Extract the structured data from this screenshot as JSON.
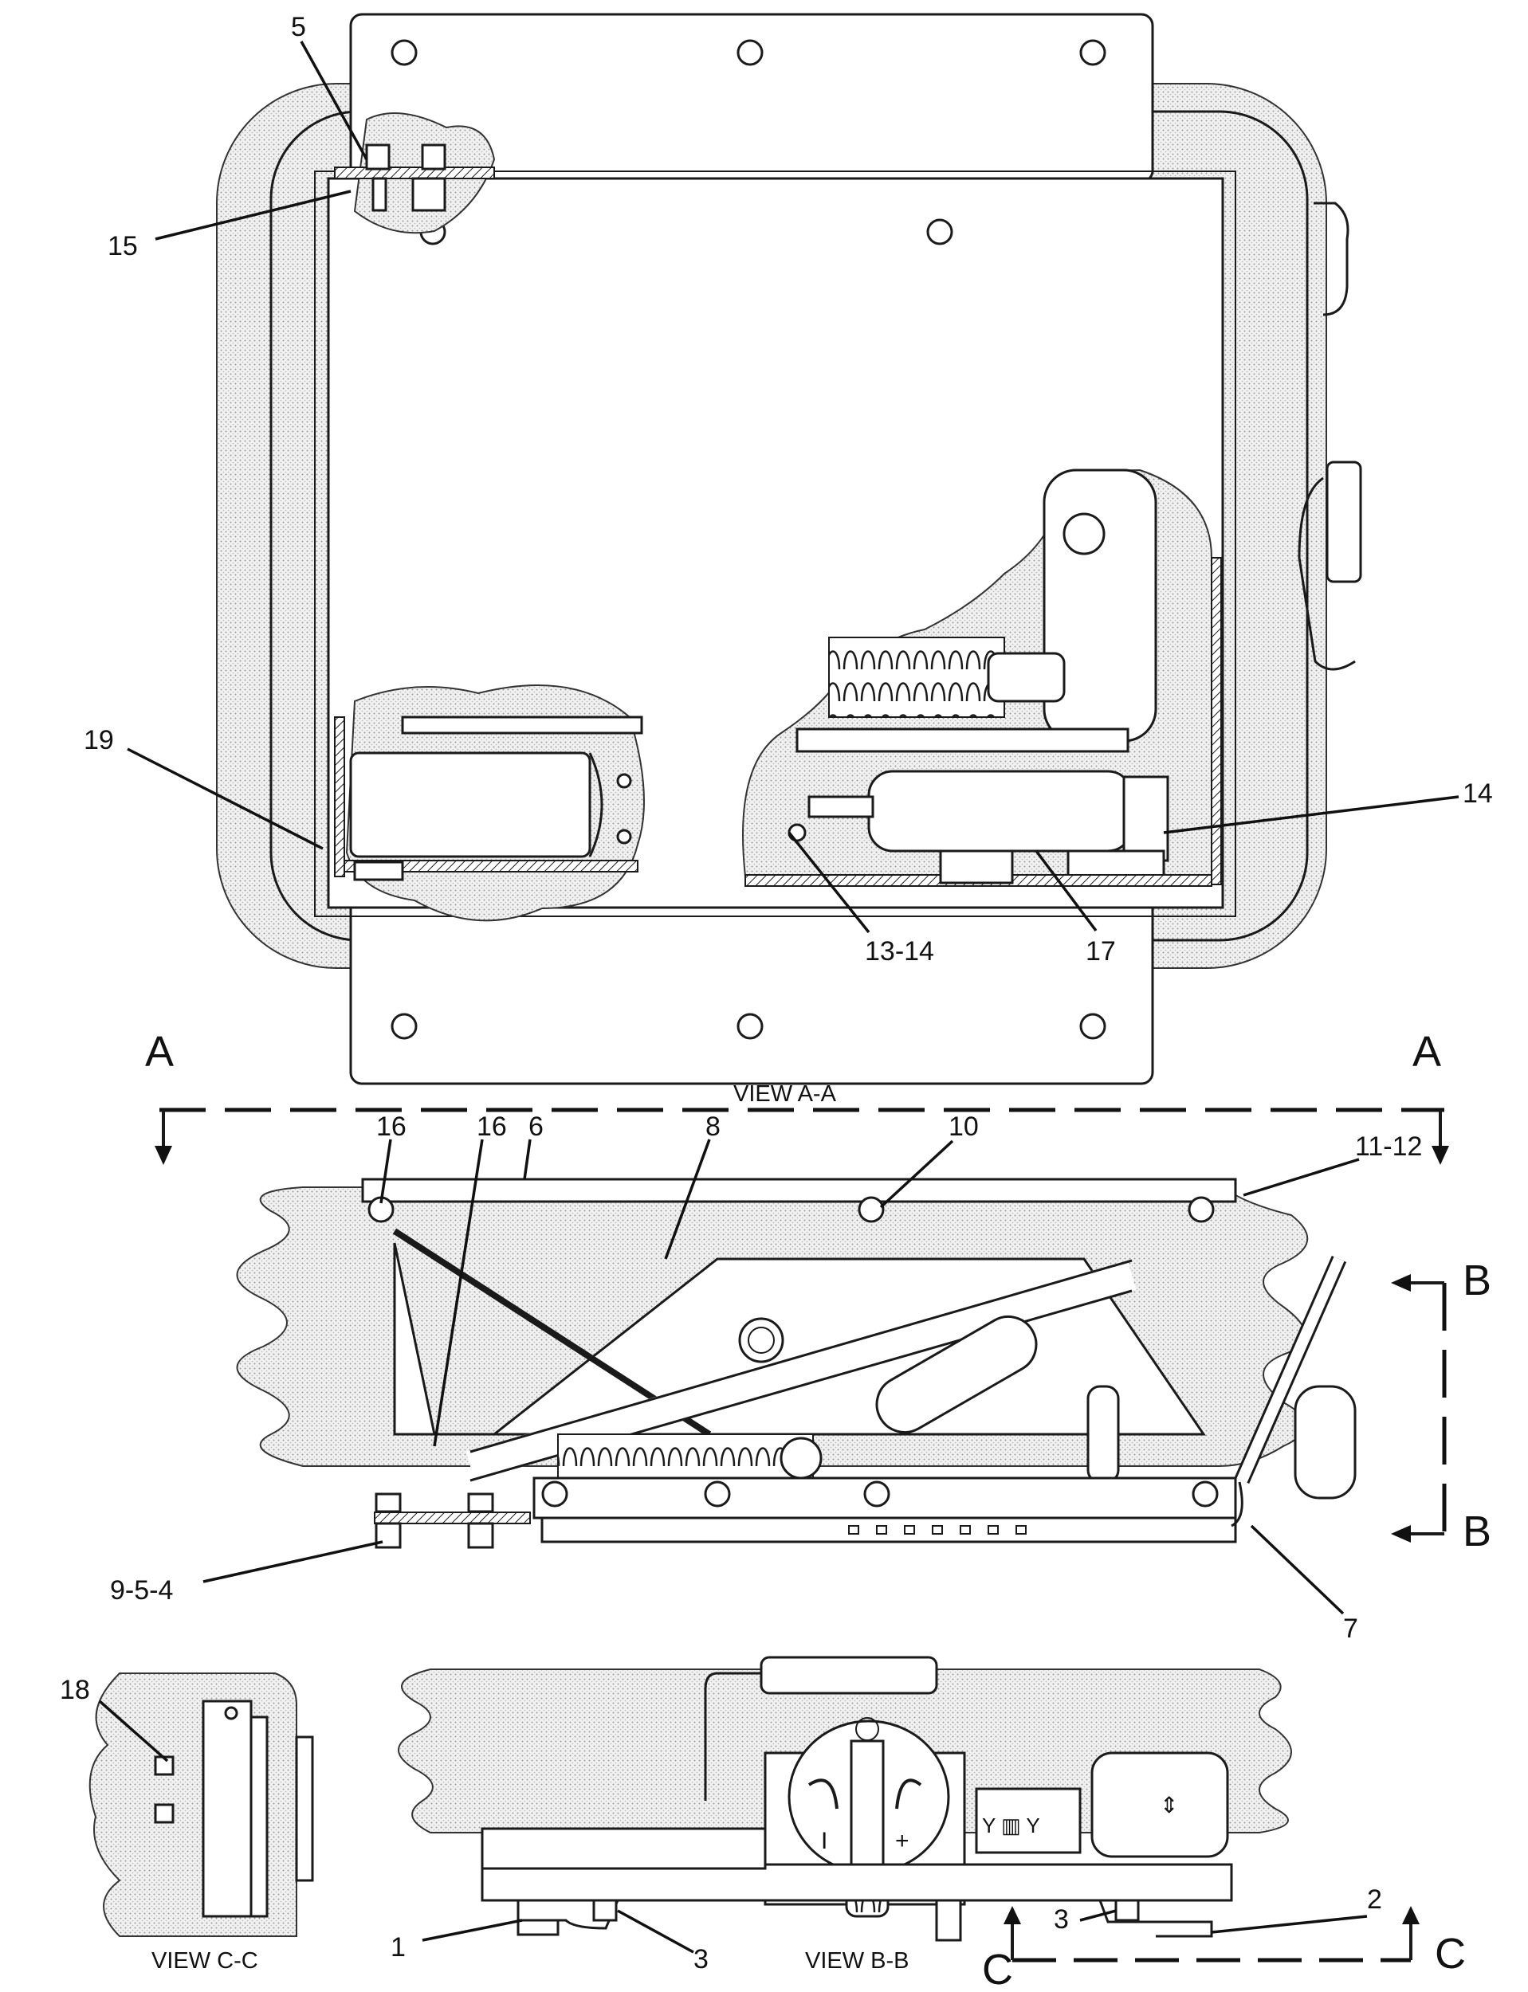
{
  "callouts": {
    "c5": "5",
    "c15": "15",
    "c19": "19",
    "c14": "14",
    "c13_14": "13-14",
    "c17": "17",
    "c16a": "16",
    "c16b": "16",
    "c6": "6",
    "c8": "8",
    "c10": "10",
    "c11_12": "11-12",
    "c9_5_4": "9-5-4",
    "c7": "7",
    "c18": "18",
    "c1": "1",
    "c3a": "3",
    "c3b": "3",
    "c2": "2"
  },
  "section_letters": {
    "a_left": "A",
    "a_right": "A",
    "b_top": "B",
    "b_bottom": "B",
    "c_left": "C",
    "c_right": "C"
  },
  "view_titles": {
    "view_a": "VIEW A-A",
    "view_b": "VIEW B-B",
    "view_c": "VIEW C-C"
  },
  "colors": {
    "line": "#1a1a1a",
    "stipple": "#d9d9d9",
    "background": "#ffffff"
  }
}
